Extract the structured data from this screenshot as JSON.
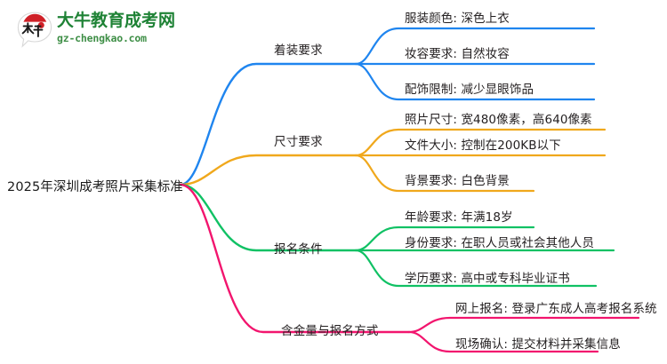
{
  "watermark": {
    "logo_icon": "speech-bubble-daniu-logo",
    "brand_cn": "大牛教育成考网",
    "brand_url": "gz-chengkao.com",
    "brand_color": "#1e8235",
    "accent_color": "#cf2027"
  },
  "mindmap": {
    "root": {
      "label": "2025年深圳成考照片采集标准"
    },
    "branches": [
      {
        "label": "着装要求",
        "color": "#1f85ef",
        "children": [
          {
            "label": "服装颜色: 深色上衣"
          },
          {
            "label": "妆容要求: 自然妆容"
          },
          {
            "label": "配饰限制: 减少显眼饰品"
          }
        ]
      },
      {
        "label": "尺寸要求",
        "color": "#f0a81c",
        "children": [
          {
            "label": "照片尺寸: 宽480像素，高640像素"
          },
          {
            "label": "文件大小: 控制在200KB以下"
          },
          {
            "label": "背景要求: 白色背景"
          }
        ]
      },
      {
        "label": "报名条件",
        "color": "#10c164",
        "children": [
          {
            "label": "年龄要求: 年满18岁"
          },
          {
            "label": "身份要求: 在职人员或社会其他人员"
          },
          {
            "label": "学历要求: 高中或专科毕业证书"
          }
        ]
      },
      {
        "label": "含金量与报名方式",
        "color": "#f2156e",
        "children": [
          {
            "label": "网上报名: 登录广东成人高考报名系统"
          },
          {
            "label": "现场确认: 提交材料并采集信息"
          }
        ]
      }
    ]
  }
}
